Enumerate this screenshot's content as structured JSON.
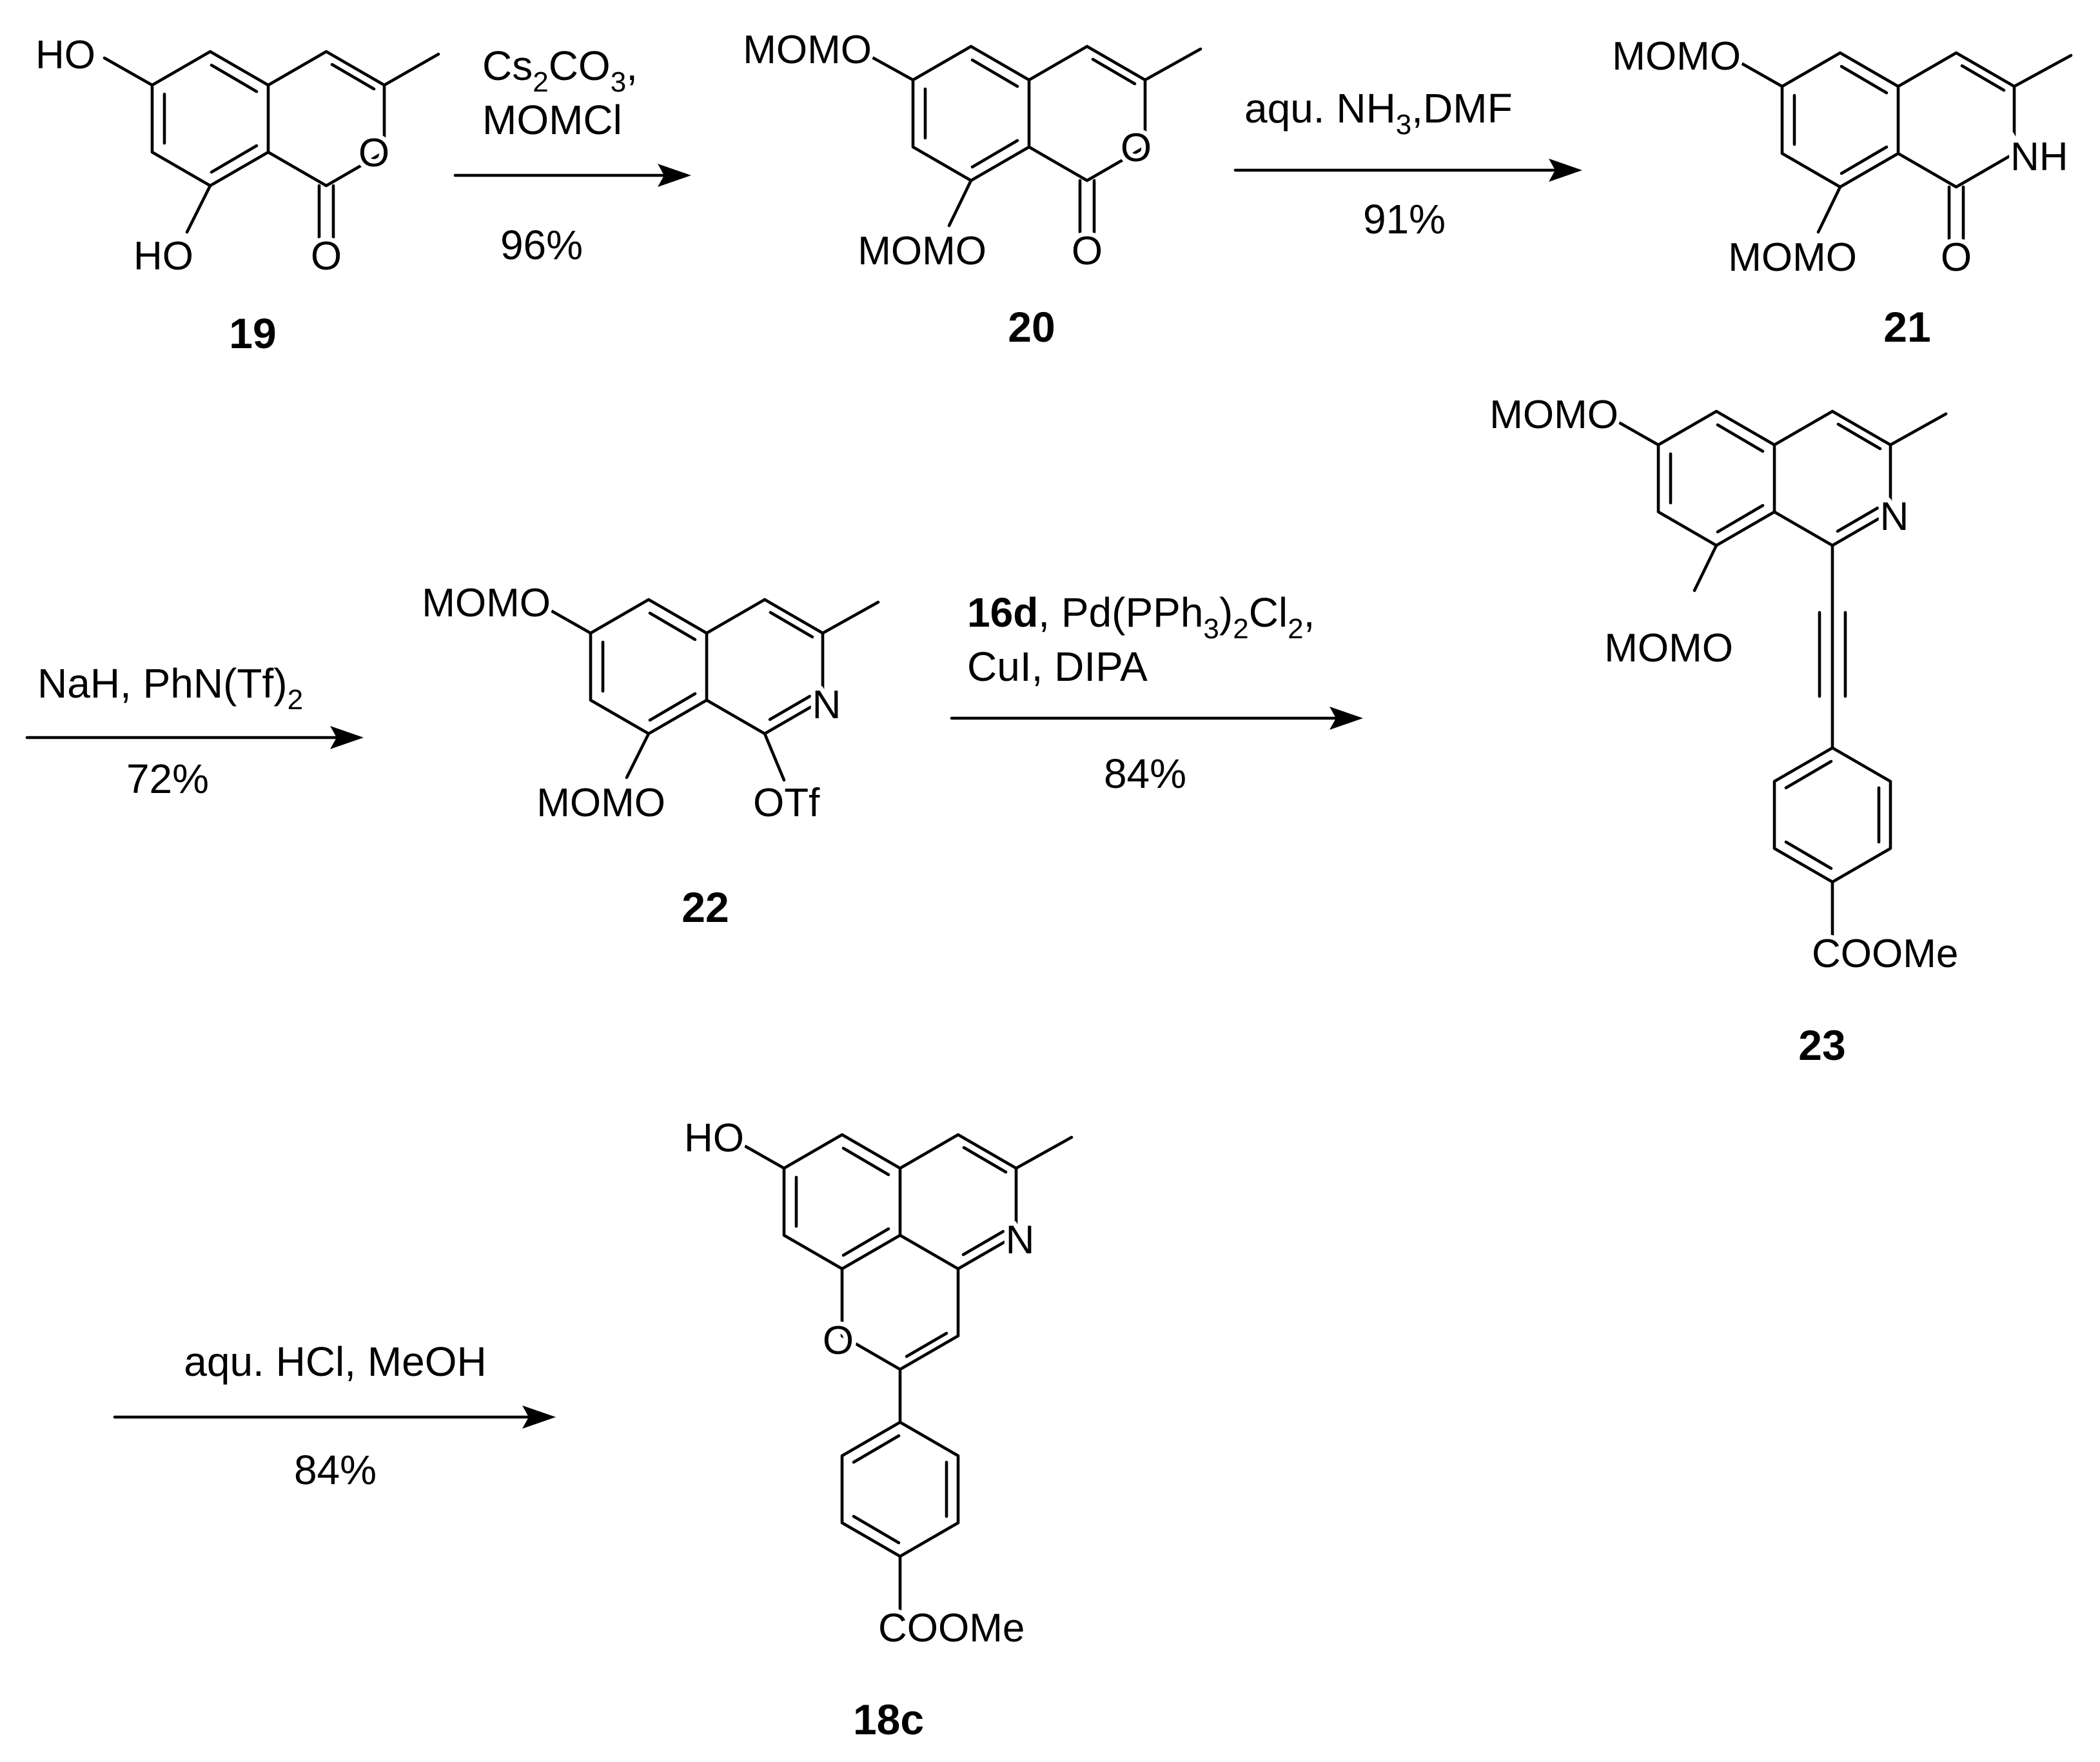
{
  "compounds": {
    "c19": {
      "label": "19",
      "oh1": "HO",
      "oh2": "HO",
      "o_ring": "O",
      "o_carbonyl": "O"
    },
    "c20": {
      "label": "20",
      "momo1": "MOMO",
      "momo2": "MOMO",
      "o_ring": "O",
      "o_carbonyl": "O"
    },
    "c21": {
      "label": "21",
      "momo1": "MOMO",
      "momo2": "MOMO",
      "nh": "NH",
      "o_carbonyl": "O"
    },
    "c22": {
      "label": "22",
      "momo1": "MOMO",
      "momo2": "MOMO",
      "n": "N",
      "otf": "OTf"
    },
    "c23": {
      "label": "23",
      "momo1": "MOMO",
      "momo2": "MOMO",
      "n": "N",
      "ester": "COOMe"
    },
    "c18c": {
      "label": "18c",
      "oh": "HO",
      "n": "N",
      "o_ring": "O",
      "ester": "COOMe"
    }
  },
  "reactions": {
    "r1": {
      "line1": [
        "Cs",
        "2",
        "CO",
        "3",
        ","
      ],
      "line2": "MOMCl",
      "yield": "96%"
    },
    "r2": {
      "line1": [
        "aqu. NH",
        "3",
        ",DMF"
      ],
      "yield": "91%"
    },
    "r3": {
      "line1": [
        "NaH, PhN(Tf)",
        "2"
      ],
      "yield": "72%"
    },
    "r4": {
      "line1_bold": "16d",
      "line1": [
        ", Pd(PPh",
        "3",
        ")",
        "2",
        "Cl",
        "2",
        ","
      ],
      "line2": "CuI, DIPA",
      "yield": "84%"
    },
    "r5": {
      "line1": "aqu. HCl, MeOH",
      "yield": "84%"
    }
  }
}
